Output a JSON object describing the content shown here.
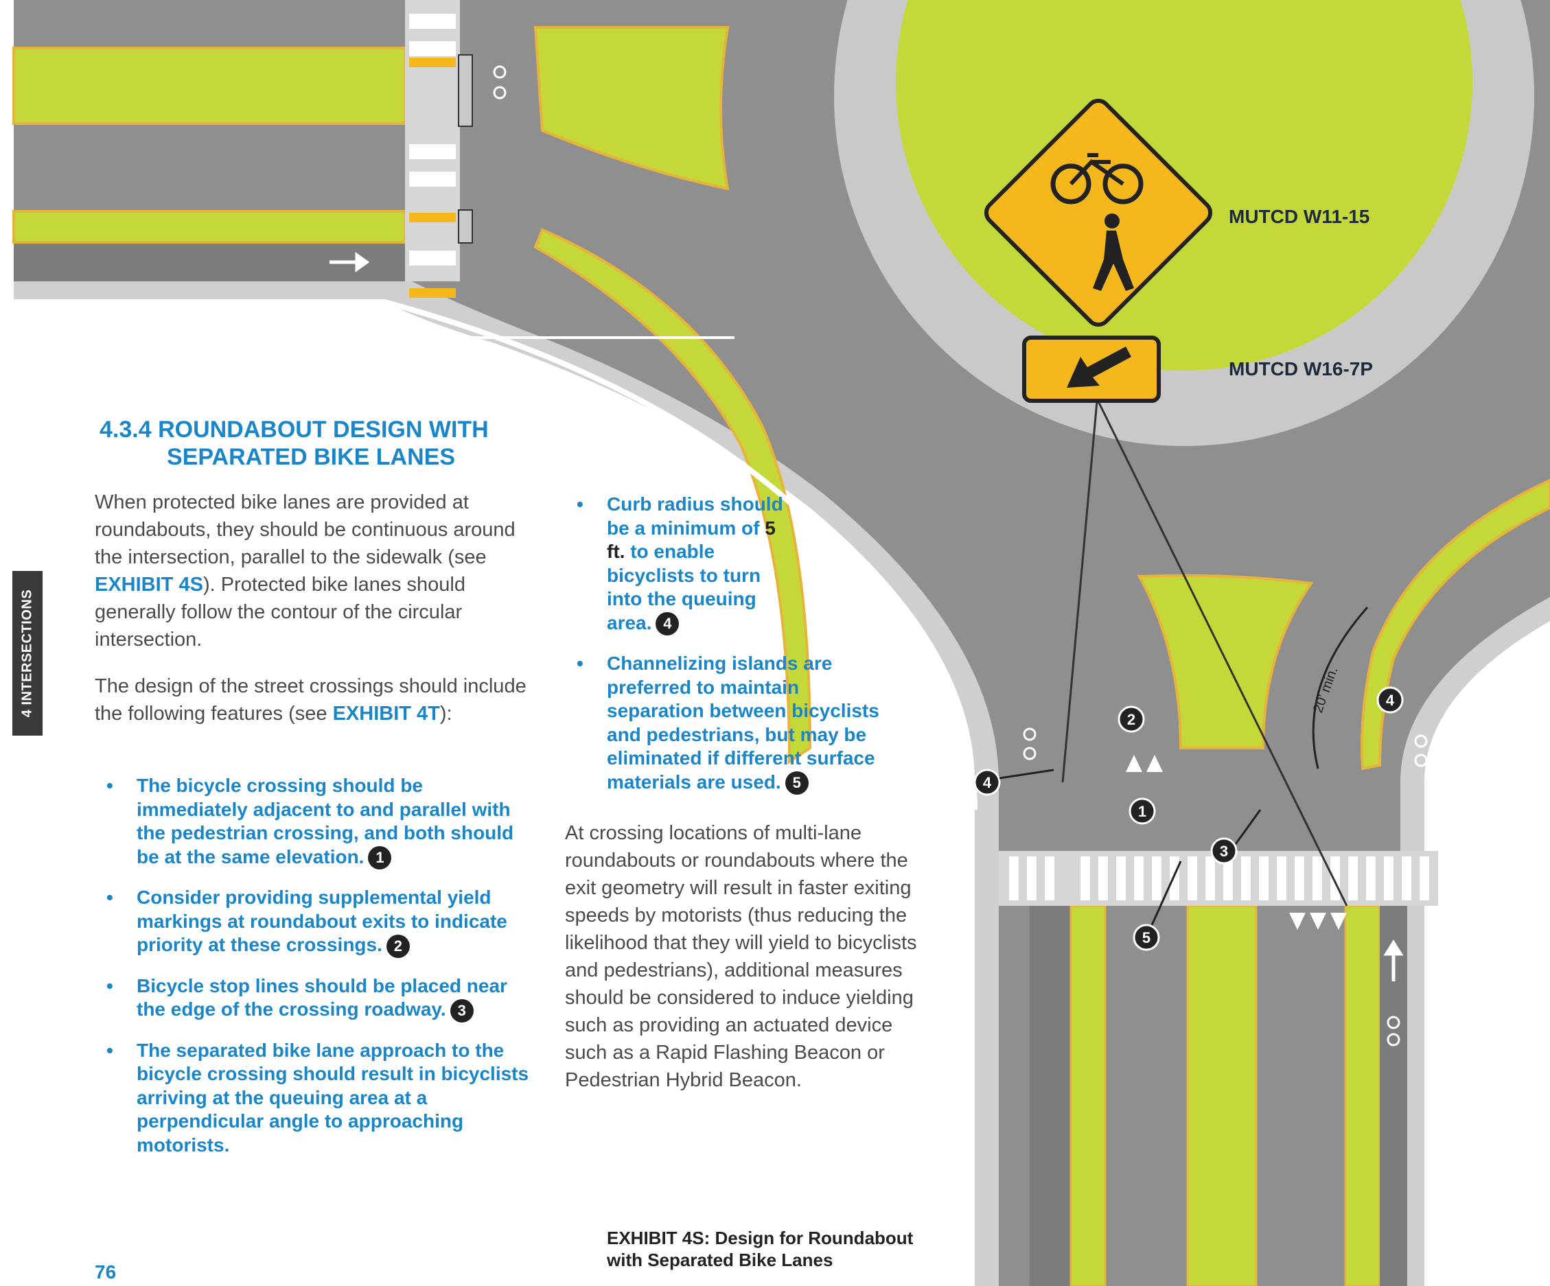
{
  "section": {
    "title_line1": "4.3.4 ROUNDABOUT DESIGN WITH",
    "title_line2": "SEPARATED BIKE LANES"
  },
  "sidebar_tab": "4 INTERSECTIONS",
  "intro": {
    "p1_part1": "When protected bike lanes are provided at roundabouts, they should be continuous around the intersection, parallel to the sidewalk (see ",
    "p1_link": "EXHIBIT 4S",
    "p1_part2": "). Protected bike lanes should generally follow the contour of the circular intersection.",
    "p2_part1": "The design of the street crossings should include the following features (see ",
    "p2_link": "EXHIBIT 4T",
    "p2_part2": "):"
  },
  "bullets_left": [
    {
      "text": "The bicycle crossing should be immediately adjacent to and parallel with the pedestrian crossing, and both should be at the same elevation.",
      "num": "1"
    },
    {
      "text": "Consider providing supplemental yield markings at roundabout exits to indicate priority at these crossings.",
      "num": "2"
    },
    {
      "text": "Bicycle stop lines should be placed near the edge of the crossing roadway.",
      "num": "3"
    },
    {
      "text": "The separated bike lane approach to the bicycle crossing should result in bicyclists arriving at the queuing area at a perpendicular angle to approaching motorists.",
      "num": ""
    }
  ],
  "bullets_right": [
    {
      "text_a": "Curb radius should be a minimum of ",
      "text_b": "5 ft.",
      "text_c": " to enable bicyclists to turn into the queuing area.",
      "num": "4"
    },
    {
      "text": "Channelizing islands are preferred to maintain separation between bicyclists and pedestrians, but may be eliminated if different surface materials are used.",
      "num": "5"
    }
  ],
  "crossing_paragraph": "At crossing locations of multi-lane roundabouts or roundabouts where the exit geometry will result in faster exiting speeds by motorists (thus reducing the likelihood that they will yield to bicyclists and pedestrians), additional measures should be considered to induce yielding such as providing an actuated device such as a Rapid Flashing Beacon or Pedestrian Hybrid Beacon.",
  "caption": {
    "line1": "EXHIBIT 4S: Design for Roundabout",
    "line2": "with Separated Bike Lanes"
  },
  "page_number": "76",
  "diagram": {
    "sign1_label": "MUTCD W11-15",
    "sign2_label": "MUTCD W16-7P",
    "dimension_label": "20' min.",
    "callouts": [
      "1",
      "2",
      "3",
      "4",
      "5"
    ]
  },
  "colors": {
    "accent_blue": "#1a86c8",
    "lime": "#c5d83a",
    "road": "#8c8c8c",
    "sign_yellow": "#f5b81c"
  }
}
